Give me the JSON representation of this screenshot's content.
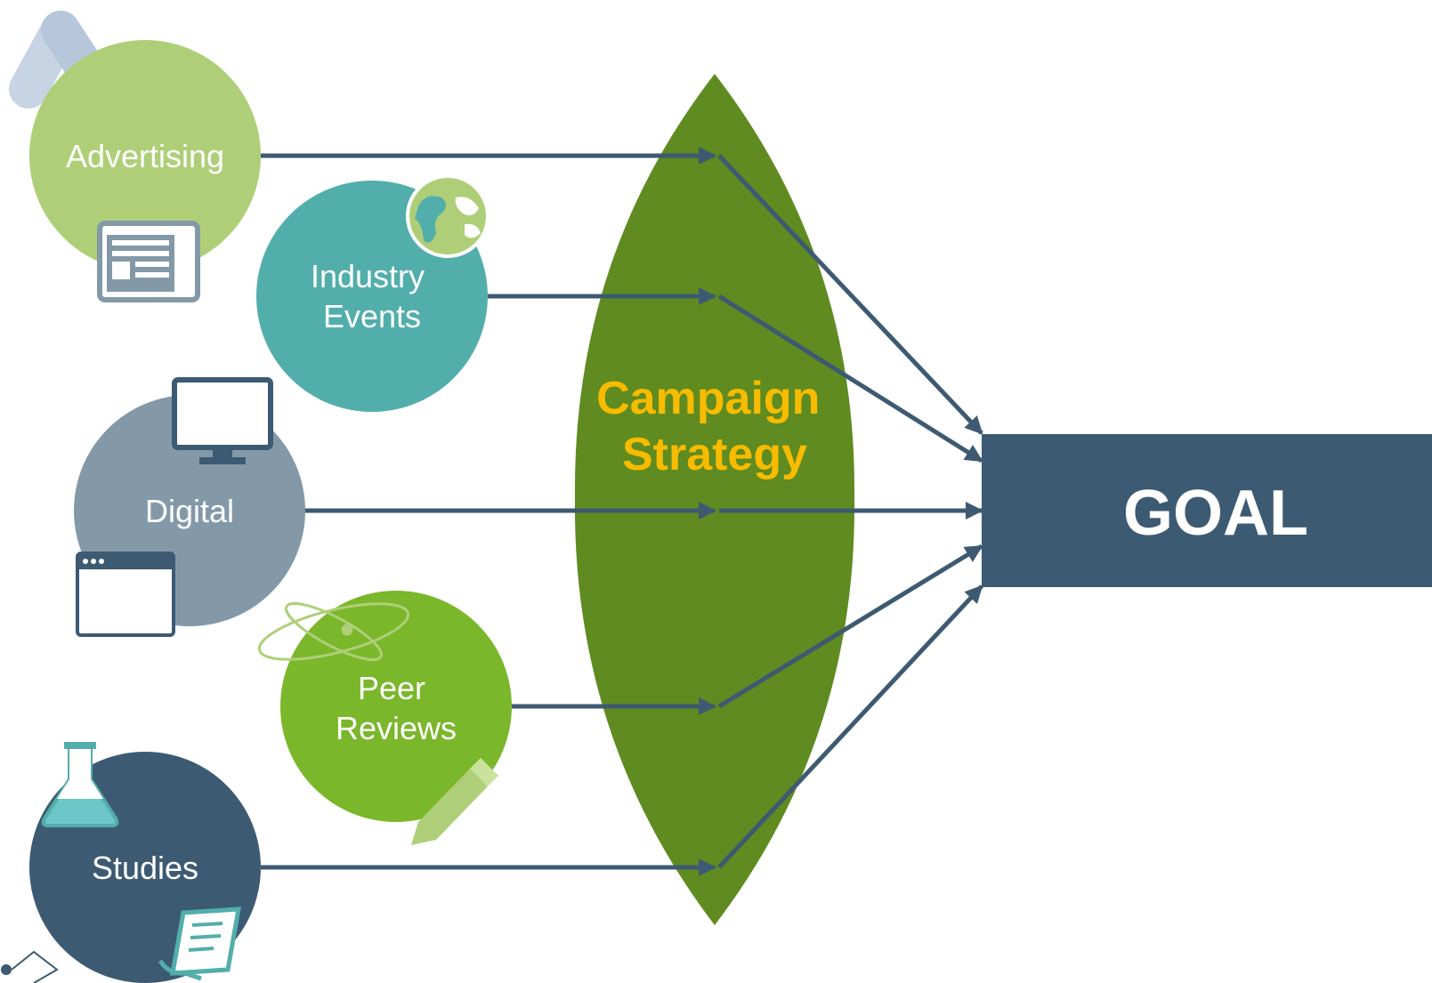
{
  "nodes": {
    "advertising": {
      "label": "Advertising",
      "color": "#aecf78"
    },
    "industry_events": {
      "line1": "Industry",
      "line2": "Events",
      "color": "#52aeab"
    },
    "digital": {
      "label": "Digital",
      "color": "#8399a8"
    },
    "peer_reviews": {
      "line1": "Peer",
      "line2": "Reviews",
      "color": "#7ab72b"
    },
    "studies": {
      "label": "Studies",
      "color": "#3d5a73"
    }
  },
  "center": {
    "line1": "Campaign",
    "line2": "Strategy",
    "shape_color": "#5f8b20",
    "text_color": "#f7bb00"
  },
  "goal": {
    "label": "GOAL",
    "color": "#3d5a73"
  },
  "arrow_color": "#3e5a72",
  "icons": [
    "adwords-icon",
    "newspaper-icon",
    "globe-icon",
    "monitor-icon",
    "browser-window-icon",
    "atom-icon",
    "pen-icon",
    "flask-icon",
    "scroll-icon",
    "diamond-connector-icon"
  ]
}
